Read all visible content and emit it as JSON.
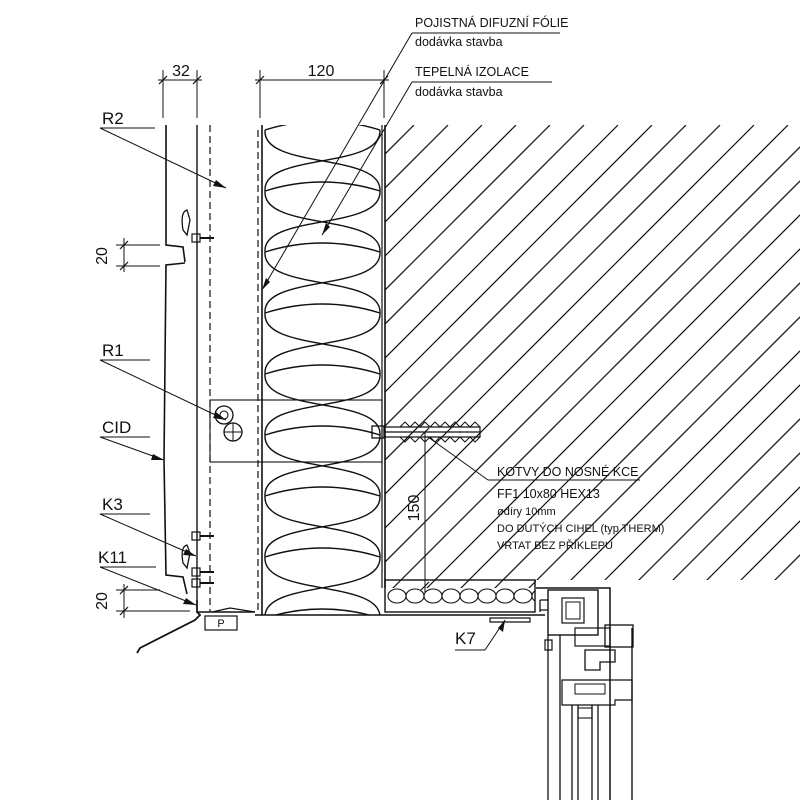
{
  "notes": {
    "membrane": "POJISTNÁ DIFUZNÍ FÓLIE",
    "membrane_supply": "dodávka stavba",
    "insulation": "TEPELNÁ IZOLACE",
    "insulation_supply": "dodávka stavba",
    "anchors_title": "KOTVY DO NOSNÉ KCE",
    "anchors_line1": "FF1  10x80  HEX13",
    "anchors_line2": "ødíry 10mm",
    "anchors_line3": "DO DUTÝCH CIHEL (typ THERM)",
    "anchors_line4": "VRTAT BEZ PŘÍKLEPU"
  },
  "labels": {
    "r2": "R2",
    "r1": "R1",
    "cid": "CID",
    "k3": "K3",
    "k11": "K11",
    "k7": "K7",
    "p": "P"
  },
  "dimensions": {
    "gap": "32",
    "insulation": "120",
    "joint_top": "20",
    "joint_bottom": "20",
    "anchor_height": "150"
  }
}
